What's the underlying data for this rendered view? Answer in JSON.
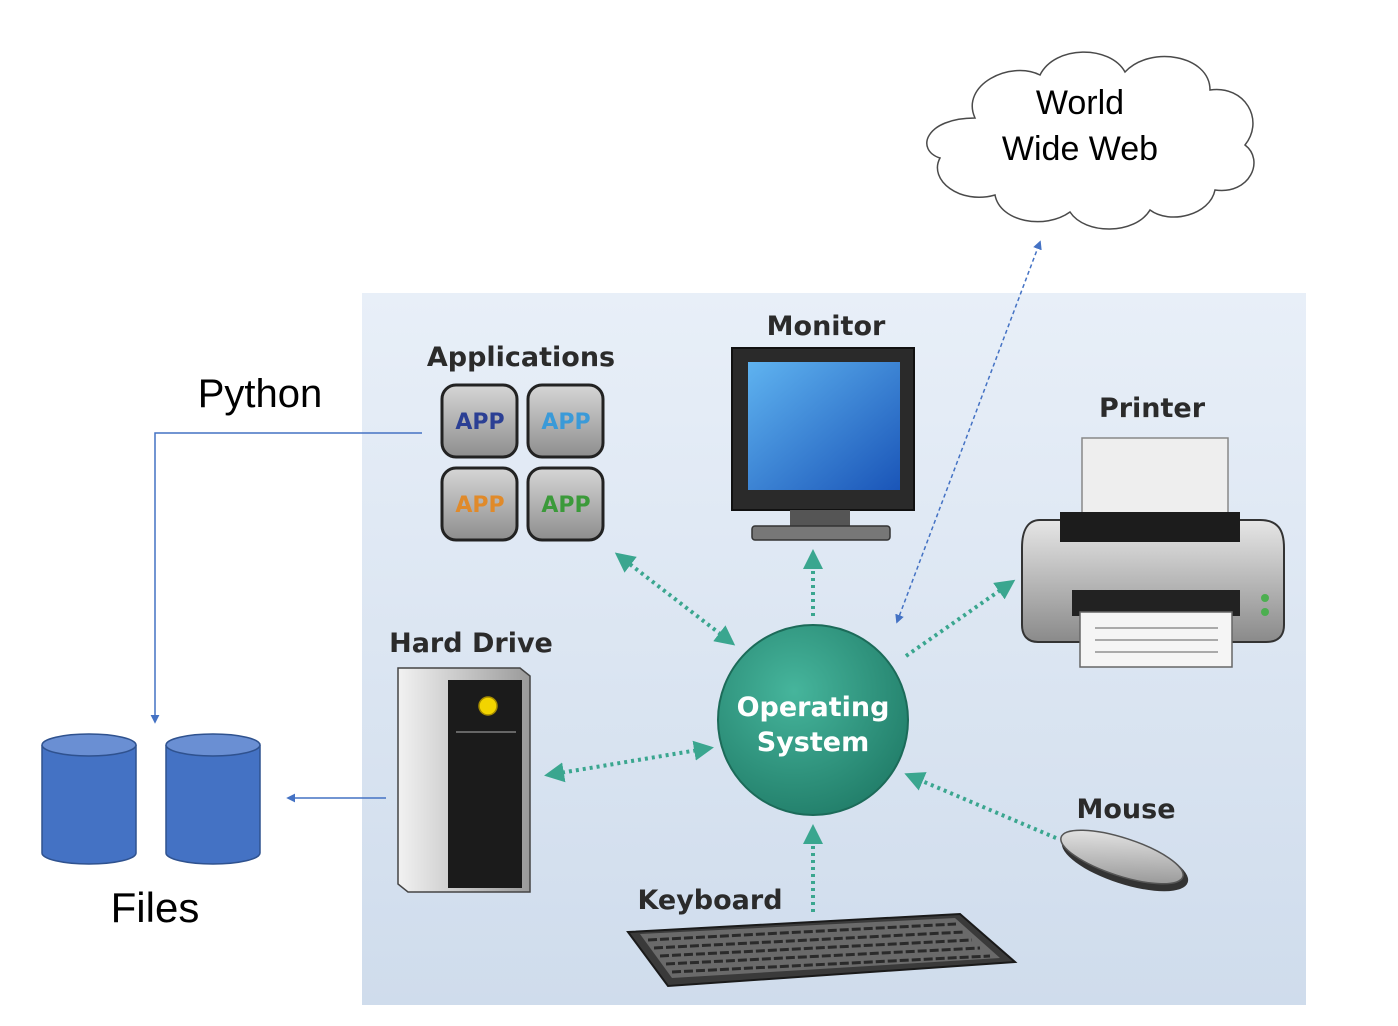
{
  "os": {
    "line1": "Operating",
    "line2": "System"
  },
  "components": {
    "applications": "Applications",
    "monitor": "Monitor",
    "printer": "Printer",
    "hard_drive": "Hard Drive",
    "mouse": "Mouse",
    "keyboard": "Keyboard"
  },
  "apps": [
    {
      "label": "APP",
      "color": "#2b3f94"
    },
    {
      "label": "APP",
      "color": "#3a9ad8"
    },
    {
      "label": "APP",
      "color": "#e08a2a"
    },
    {
      "label": "APP",
      "color": "#3b9a3a"
    }
  ],
  "external": {
    "web_line1": "World",
    "web_line2": "Wide Web",
    "python": "Python",
    "files": "Files"
  },
  "colors": {
    "panel_bg": "#dfe9f4",
    "os_fill": "#2f9b86",
    "teal_arrow": "#3aa68f",
    "blue_arrow": "#4472c4",
    "files_fill": "#4472c4"
  }
}
